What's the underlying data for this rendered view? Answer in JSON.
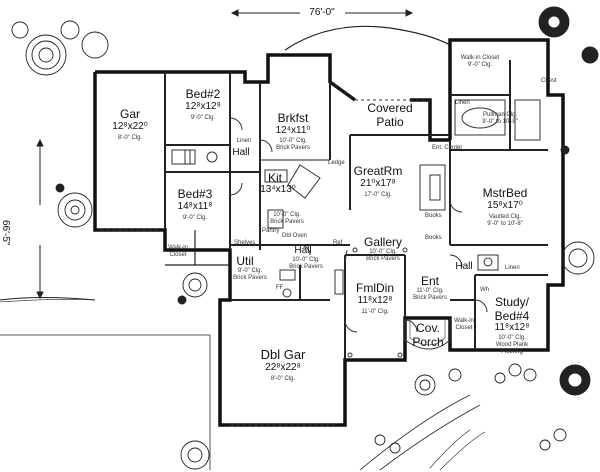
{
  "overall": {
    "width": "76'-0\"",
    "depth": "66'-5\""
  },
  "rooms": {
    "gar": {
      "name": "Gar",
      "size": "12⁸x22⁰",
      "clg": "8'-0\" Clg."
    },
    "bed2": {
      "name": "Bed#2",
      "size": "12⁸x12⁸",
      "clg": "9'-0\" Clg."
    },
    "bed3": {
      "name": "Bed#3",
      "size": "14⁸x11⁸",
      "clg": "9'-0\" Clg."
    },
    "brkfst": {
      "name": "Brkfst",
      "size": "12⁴x11⁰",
      "clg": "10'-0\" Clg.",
      "floor": "Brick Pavers"
    },
    "kit": {
      "name": "Kit",
      "size": "13⁴x13⁰",
      "clg": "10'-0\" Clg.",
      "floor": "Brick Pavers"
    },
    "great": {
      "name": "GreatRm",
      "size": "21⁰x17⁸",
      "clg": "17'-0\" Clg."
    },
    "mstrbed": {
      "name": "MstrBed",
      "size": "15⁸x17⁰",
      "clg": "Vaulted Clg.",
      "clg2": "9'-0\" to 10'-8\""
    },
    "covpatio": {
      "line1": "Covered",
      "line2": "Patio"
    },
    "gallery": {
      "name": "Gallery",
      "clg": "10'-0\" Clg.",
      "floor": "Brick Pavers"
    },
    "fmldin": {
      "name": "FmlDin",
      "size": "11⁸x12⁸",
      "clg": "11'-0\" Clg."
    },
    "ent": {
      "name": "Ent",
      "clg": "11'-0\" Clg.",
      "floor": "Brick Pavers"
    },
    "covporch": {
      "line1": "Cov.",
      "line2": "Porch"
    },
    "study": {
      "line1": "Study/",
      "line2": "Bed#4",
      "size": "11⁸x12⁸",
      "clg": "10'-0\" Clg.",
      "floor1": "Wood Plank",
      "floor2": "Flooring"
    },
    "dblgar": {
      "name": "Dbl Gar",
      "size": "22⁸x22⁸",
      "clg": "8'-0\" Clg."
    },
    "util": {
      "name": "Util",
      "clg": "9'-0\" Clg.",
      "floor": "Brick Pavers"
    },
    "hall_back": {
      "name": "Hall",
      "clg": "10'-0\" Clg.",
      "floor": "Brick Pavers"
    },
    "hall_bed": {
      "name": "Hall"
    },
    "hall_mstr": {
      "name": "Hall"
    },
    "walkin_closet_top": {
      "line1": "Walk-in Closet",
      "clg": "9'-0\" Clg."
    },
    "pullman": {
      "name": "Pullman Clg.",
      "clg": "9'-0\" to 10'-8\""
    },
    "walkin_study": {
      "line1": "Walk-in",
      "line2": "Closet"
    },
    "walkin_bed3": {
      "line1": "Walk-in",
      "line2": "Closet"
    }
  },
  "small_labels": {
    "linen": "Linen",
    "linen2": "Linen",
    "linen3": "Linen",
    "ledge": "Ledge",
    "pantry": "Pantry",
    "shelves": "Shelves",
    "ent_center": "Ent. Center",
    "books": "Books",
    "books2": "Books",
    "chest": "Chest",
    "wh": "Wh",
    "ff": "FF",
    "dbl_oven": "Dbl Oven",
    "ref": "Ref"
  }
}
